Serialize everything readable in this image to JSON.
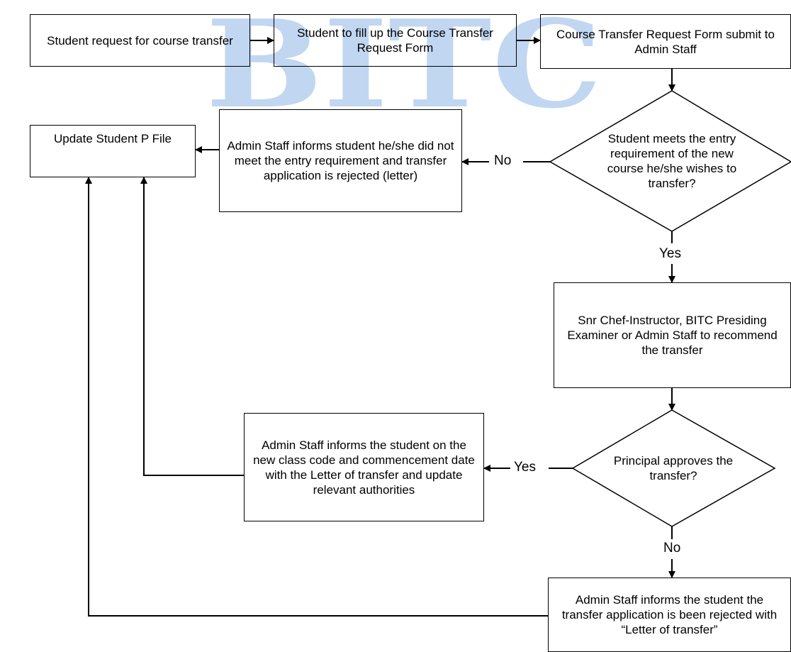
{
  "watermark": {
    "text": "BITC",
    "colors": {
      "blue": "#8fb6e6",
      "red": "#f4a3a8"
    }
  },
  "nodes": {
    "n1": "Student request for course transfer",
    "n2": "Student to fill up the Course Transfer Request Form",
    "n3": "Course Transfer Request Form submit to Admin Staff",
    "d1": "Student meets the entry requirement of the new course he/she wishes to transfer?",
    "reject1": "Admin Staff informs student he/she did not meet the entry requirement and transfer application is rejected (letter)",
    "update": "Update Student P File",
    "recommend": "Snr Chef-Instructor, BITC Presiding Examiner or Admin Staff to recommend the transfer",
    "d2": "Principal approves the transfer?",
    "approved": "Admin Staff informs the student on the new class code and commencement date with the Letter of transfer and update relevant authorities",
    "reject2": "Admin Staff informs the student the transfer application is been rejected with “Letter of transfer”"
  },
  "edge_labels": {
    "d1_no": "No",
    "d1_yes": "Yes",
    "d2_yes": "Yes",
    "d2_no": "No"
  }
}
